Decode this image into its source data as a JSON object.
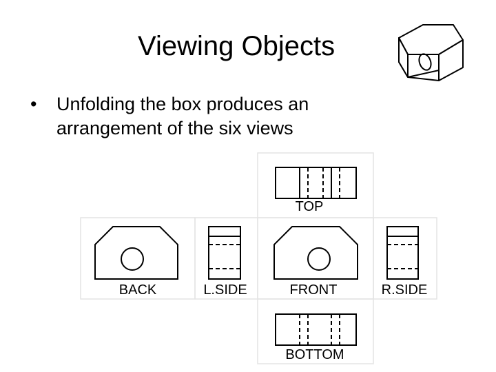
{
  "slide": {
    "title": "Viewing Objects",
    "bullet_marker": "•",
    "bullet_text": "Unfolding the box produces an arrangement of the six views"
  },
  "views": {
    "top": "TOP",
    "back": "BACK",
    "left_side": "L.SIDE",
    "front": "FRONT",
    "right_side": "R.SIDE",
    "bottom": "BOTTOM"
  },
  "colors": {
    "panel_border": "#e4e4e4",
    "line": "#000000",
    "background": "#ffffff"
  },
  "icons": [
    "isometric-block-icon"
  ]
}
